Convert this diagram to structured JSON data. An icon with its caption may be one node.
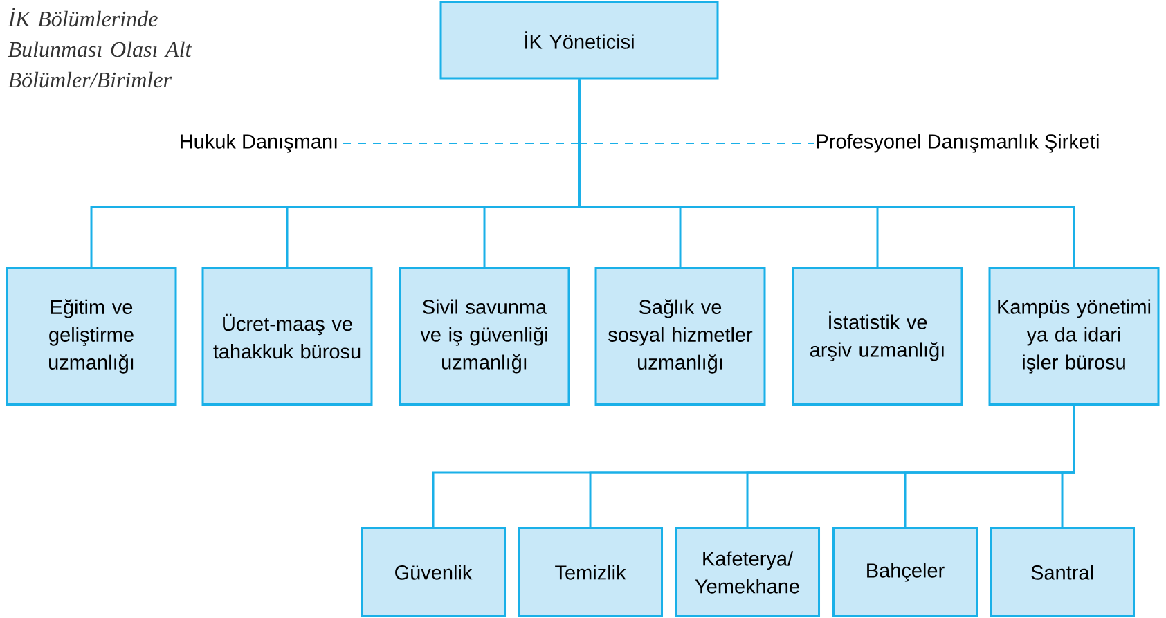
{
  "diagram": {
    "title": "İK Bölümlerinde Bulunması Olası Alt Bölümler/Birimler",
    "nodes": [
      {
        "text": [
          "İK Yöneticisi"
        ]
      },
      {
        "text": [
          "Hukuk Danışmanı"
        ]
      },
      {
        "text": [
          "Profesyonel Danışmanlık Şirketi"
        ]
      },
      {
        "text": [
          "Eğitim ve geliştirme uzmanlığı"
        ]
      },
      {
        "text": [
          "Ücret-maaş ve tahakkuk bürosu"
        ]
      },
      {
        "text": [
          "Sivil savunma ve iş güvenliği uzmanlığı"
        ]
      },
      {
        "text": [
          "Sağlık ve sosyal hizmetler uzmanlığı"
        ]
      },
      {
        "text": [
          "İstatistik ve arşiv uzmanlığı"
        ]
      },
      {
        "text": [
          "Kampüs yönetimi ya da idari işler bürosu"
        ]
      },
      {
        "text": [
          "Güvenlik"
        ]
      },
      {
        "text": [
          "Temizlik"
        ]
      },
      {
        "text": [
          "Kafeterya/ Yemekhane"
        ]
      },
      {
        "text": [
          "Bahçeler"
        ]
      },
      {
        "text": [
          "Santral"
        ]
      }
    ],
    "edges": [
      {
        "from": 0,
        "to": 1,
        "arrow": "none",
        "style": "dashed"
      },
      {
        "from": 0,
        "to": 2,
        "arrow": "none",
        "style": "dashed"
      },
      {
        "from": 0,
        "to": 3,
        "arrow": "none"
      },
      {
        "from": 0,
        "to": 4,
        "arrow": "none"
      },
      {
        "from": 0,
        "to": 5,
        "arrow": "none"
      },
      {
        "from": 0,
        "to": 6,
        "arrow": "none"
      },
      {
        "from": 0,
        "to": 7,
        "arrow": "none"
      },
      {
        "from": 0,
        "to": 8,
        "arrow": "none"
      },
      {
        "from": 8,
        "to": 9,
        "arrow": "none"
      },
      {
        "from": 8,
        "to": 10,
        "arrow": "none"
      },
      {
        "from": 8,
        "to": 11,
        "arrow": "none"
      },
      {
        "from": 8,
        "to": 12,
        "arrow": "none"
      },
      {
        "from": 8,
        "to": 13,
        "arrow": "none"
      }
    ]
  }
}
